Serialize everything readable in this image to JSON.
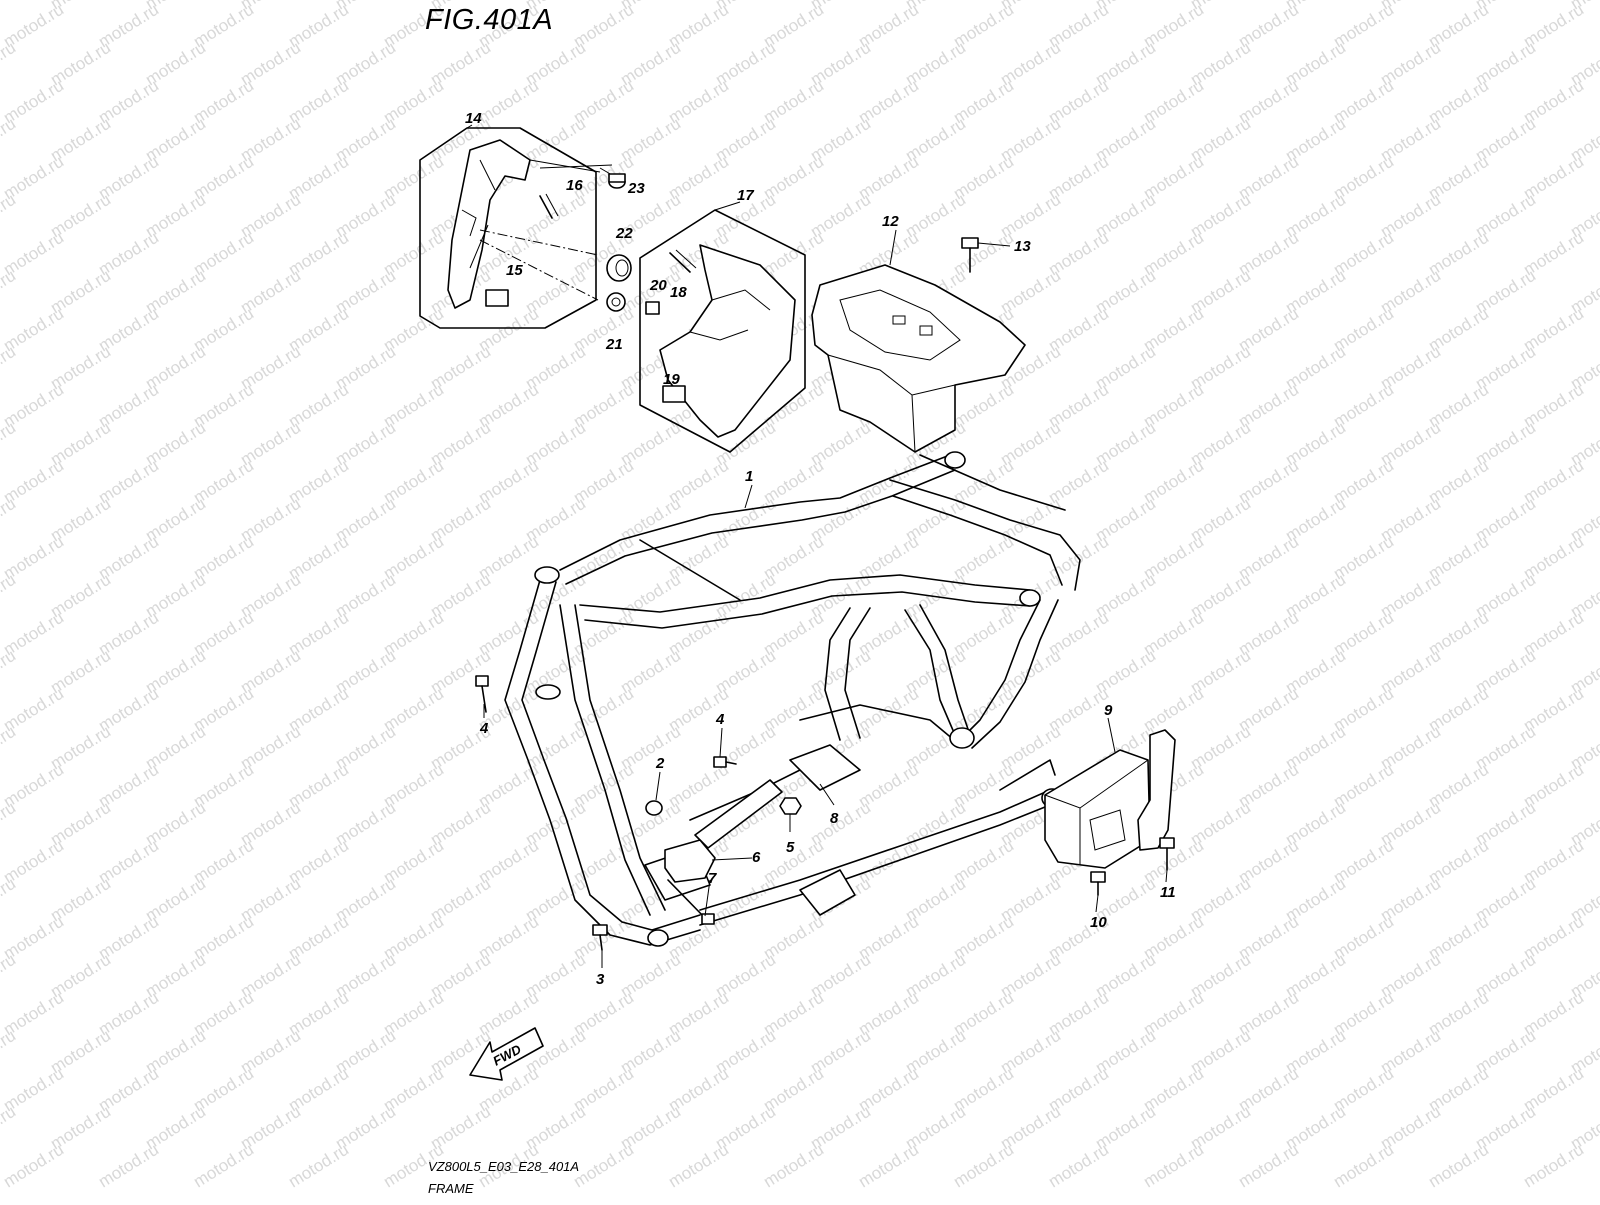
{
  "figure": {
    "title": "FIG.401A",
    "code": "VZ800L5_E03_E28_401A",
    "name": "FRAME",
    "fwd_label": "FWD",
    "watermark": "motod.ru"
  },
  "callouts": [
    {
      "id": "1",
      "label": "1"
    },
    {
      "id": "2",
      "label": "2"
    },
    {
      "id": "3",
      "label": "3"
    },
    {
      "id": "4a",
      "label": "4"
    },
    {
      "id": "4b",
      "label": "4"
    },
    {
      "id": "5",
      "label": "5"
    },
    {
      "id": "6",
      "label": "6"
    },
    {
      "id": "7",
      "label": "7"
    },
    {
      "id": "8",
      "label": "8"
    },
    {
      "id": "9",
      "label": "9"
    },
    {
      "id": "10",
      "label": "10"
    },
    {
      "id": "11",
      "label": "11"
    },
    {
      "id": "12",
      "label": "12"
    },
    {
      "id": "13",
      "label": "13"
    },
    {
      "id": "14",
      "label": "14"
    },
    {
      "id": "15",
      "label": "15"
    },
    {
      "id": "16",
      "label": "16"
    },
    {
      "id": "17",
      "label": "17"
    },
    {
      "id": "18",
      "label": "18"
    },
    {
      "id": "19",
      "label": "19"
    },
    {
      "id": "20",
      "label": "20"
    },
    {
      "id": "21",
      "label": "21"
    },
    {
      "id": "22",
      "label": "22"
    },
    {
      "id": "23",
      "label": "23"
    }
  ]
}
